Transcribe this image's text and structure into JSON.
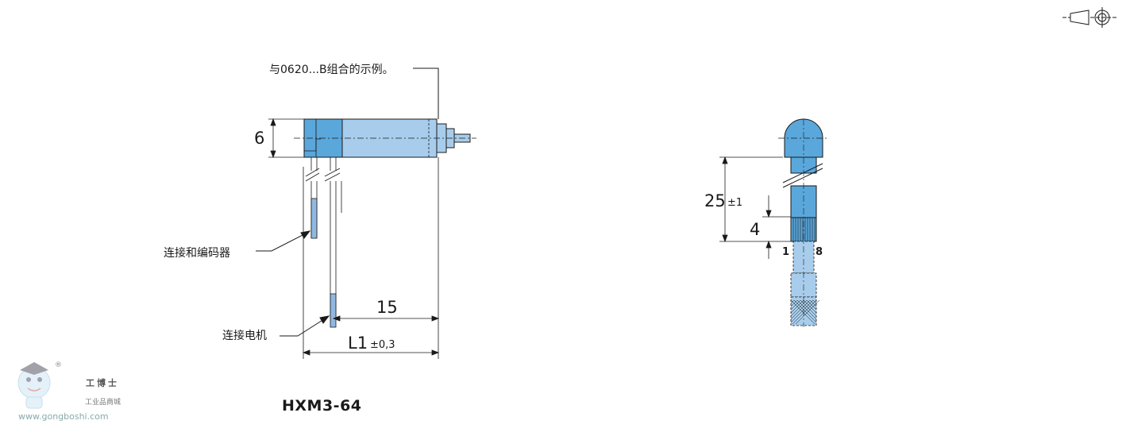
{
  "drawing": {
    "callout_combo": "与0620...B组合的示例。",
    "label_encoder": "连接和编码器",
    "label_motor": "连接电机",
    "dim_height": "6",
    "dim_offset": "15",
    "dim_length": "L1",
    "dim_length_tol": "±0,3",
    "dim_side_length": "25",
    "dim_side_tol": "±1",
    "dim_connector": "4",
    "pin_first": "1",
    "pin_last": "8",
    "model": "HXM3-64"
  },
  "watermark": {
    "brand": "工博士",
    "subtitle": "工业品商城",
    "url": "www.gongboshi.com",
    "reg_mark": "®"
  },
  "colors": {
    "body_dark": "#5aa7dc",
    "body_light": "#a8cdec",
    "cable": "#8fb9e2",
    "line": "#1a1a1a"
  }
}
